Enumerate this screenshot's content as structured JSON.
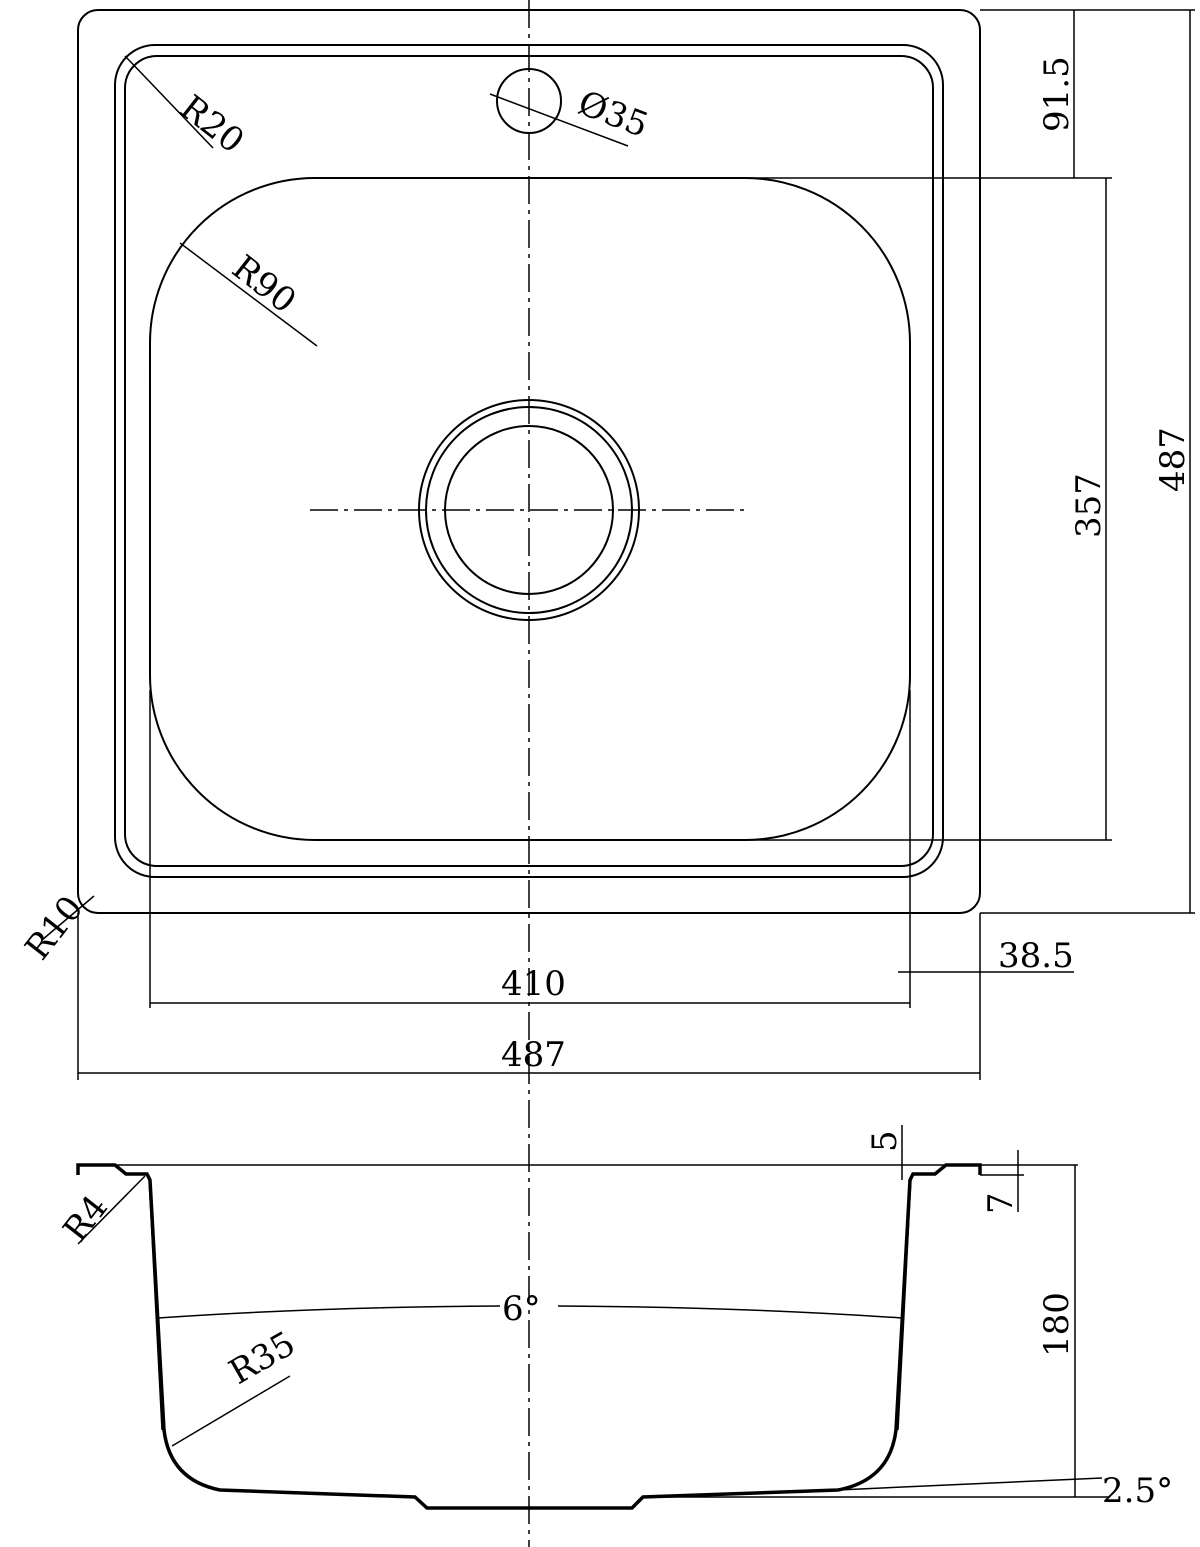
{
  "top_view": {
    "radius_corner_inner": "R20",
    "radius_bowl": "R90",
    "radius_outer": "R10",
    "tap_hole_diameter": "Ø35",
    "bowl_width": "410",
    "overall_width": "487",
    "overall_height": "487",
    "bowl_length": "357",
    "rim_to_bowl": "91.5",
    "side_offset": "38.5"
  },
  "section_view": {
    "rim_thickness": "5",
    "rim_drop": "7",
    "radius_rim": "R4",
    "radius_bottom": "R35",
    "wall_angle": "6°",
    "depth": "180",
    "bottom_slope": "2.5°"
  }
}
